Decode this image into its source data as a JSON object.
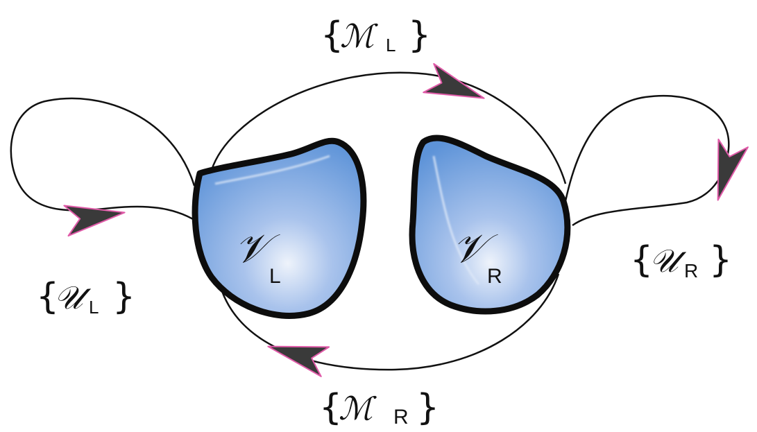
{
  "colors": {
    "curve": "#111111",
    "arrow_fill": "#3a3a3a",
    "arrow_edge": "#e05aa8",
    "blob_fill_light": "#cfe0f6",
    "blob_fill_mid": "#8fb7e6",
    "blob_fill_dark": "#5f92d6",
    "blob_outline": "#0d0d0d"
  },
  "nodes": {
    "left": {
      "symbol": "𝒱",
      "subscript": "L"
    },
    "right": {
      "symbol": "𝒱",
      "subscript": "R"
    }
  },
  "labels": {
    "m_left": {
      "open": "{",
      "symbol": "ℳ",
      "subscript": "L",
      "close": "}"
    },
    "m_right": {
      "open": "{",
      "symbol": "ℳ",
      "subscript": "R",
      "close": "}"
    },
    "u_left": {
      "open": "{",
      "symbol": "𝒰",
      "subscript": "L",
      "close": "}"
    },
    "u_right": {
      "open": "{",
      "symbol": "𝒰",
      "subscript": "R",
      "close": "}"
    }
  },
  "icons": {
    "arrow": "arrowhead-icon"
  }
}
